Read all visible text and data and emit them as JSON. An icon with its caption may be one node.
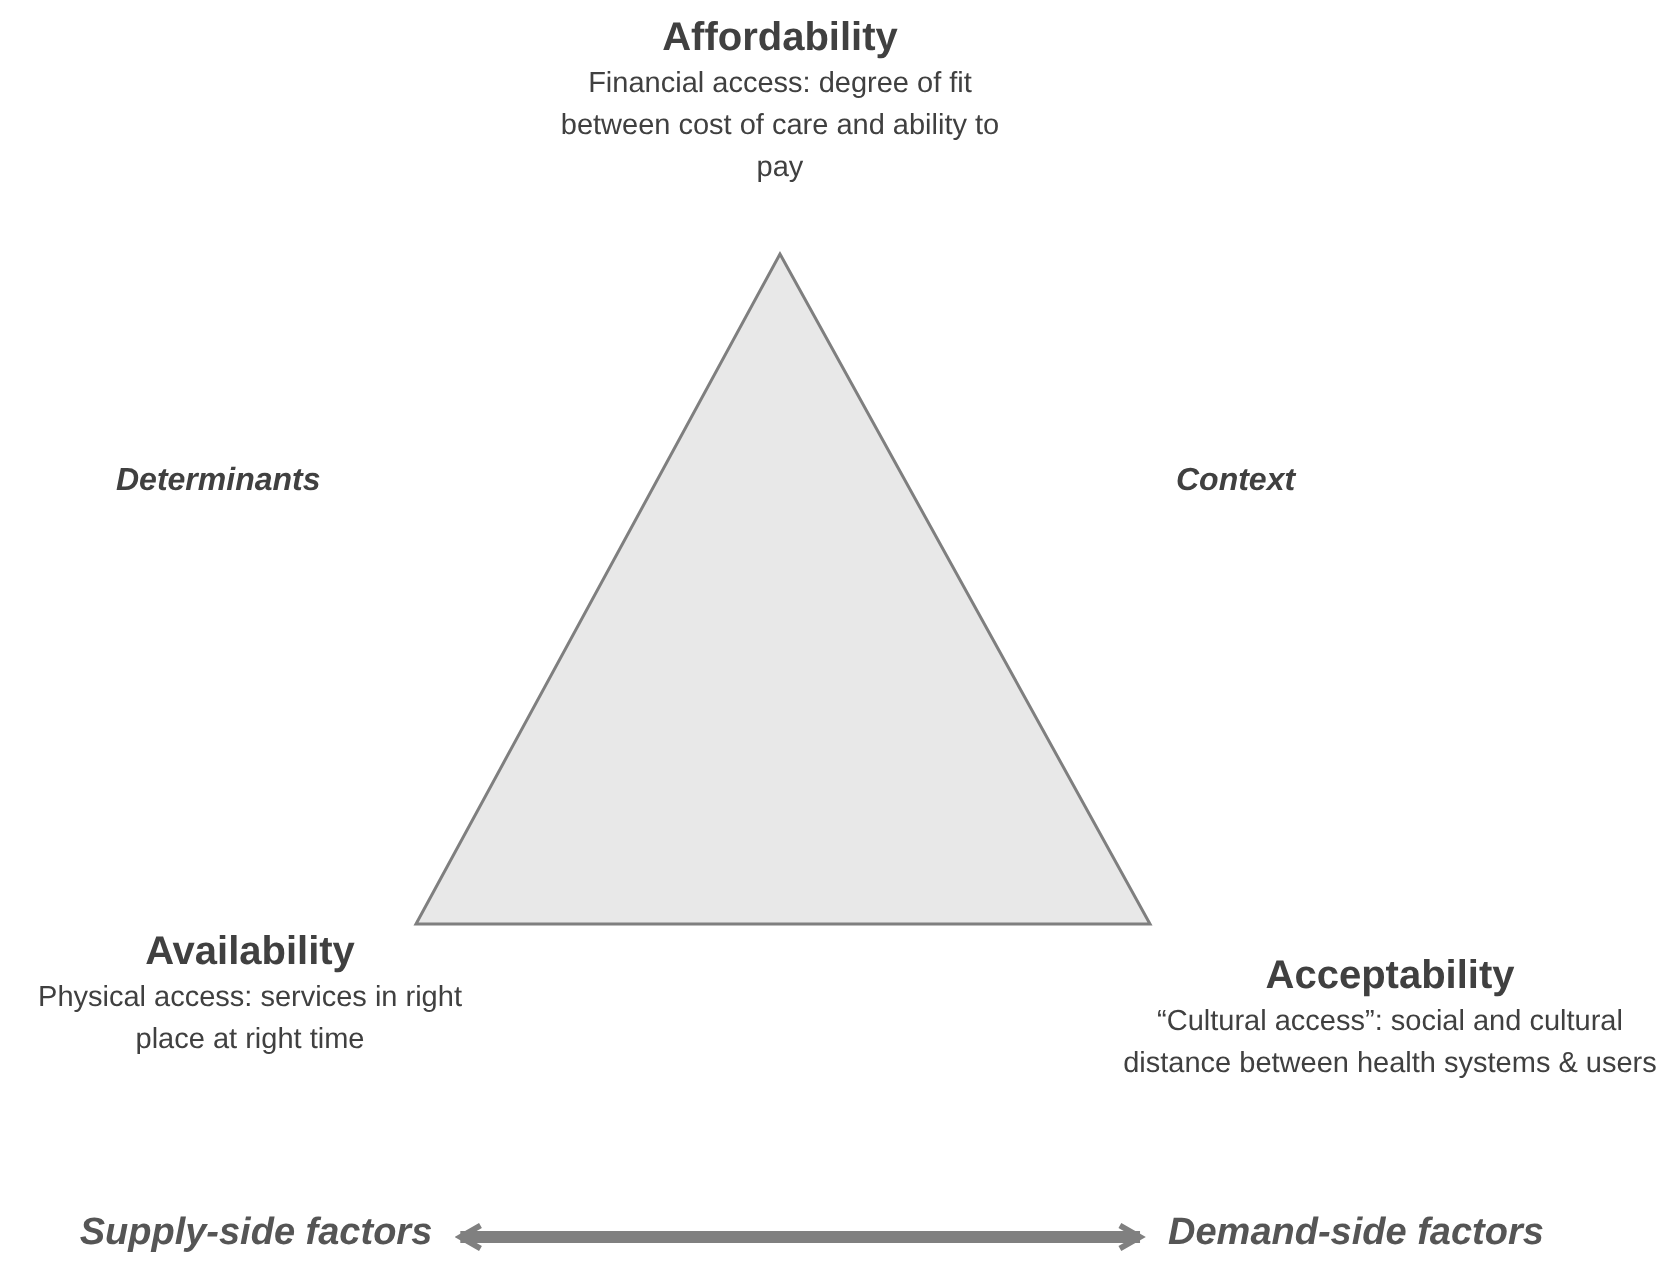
{
  "diagram": {
    "nodes": [
      {
        "text": [],
        "shape": "triangle"
      },
      {
        "text": [
          "Affordability",
          "Financial access: degree of fit between cost of care and ability to pay"
        ]
      },
      {
        "text": [
          "Availability",
          "Physical access: services in right place at right time"
        ]
      },
      {
        "text": [
          "Acceptability",
          "“Cultural access”:  social and cultural distance between health systems & users"
        ]
      },
      {
        "text": [
          "Supply-side factors"
        ]
      },
      {
        "text": [
          "Demand-side factors"
        ]
      }
    ],
    "edges": [
      {
        "from": 4,
        "to": 5,
        "arrow": "both"
      }
    ],
    "labels": [
      "Determinants",
      "Context"
    ]
  }
}
